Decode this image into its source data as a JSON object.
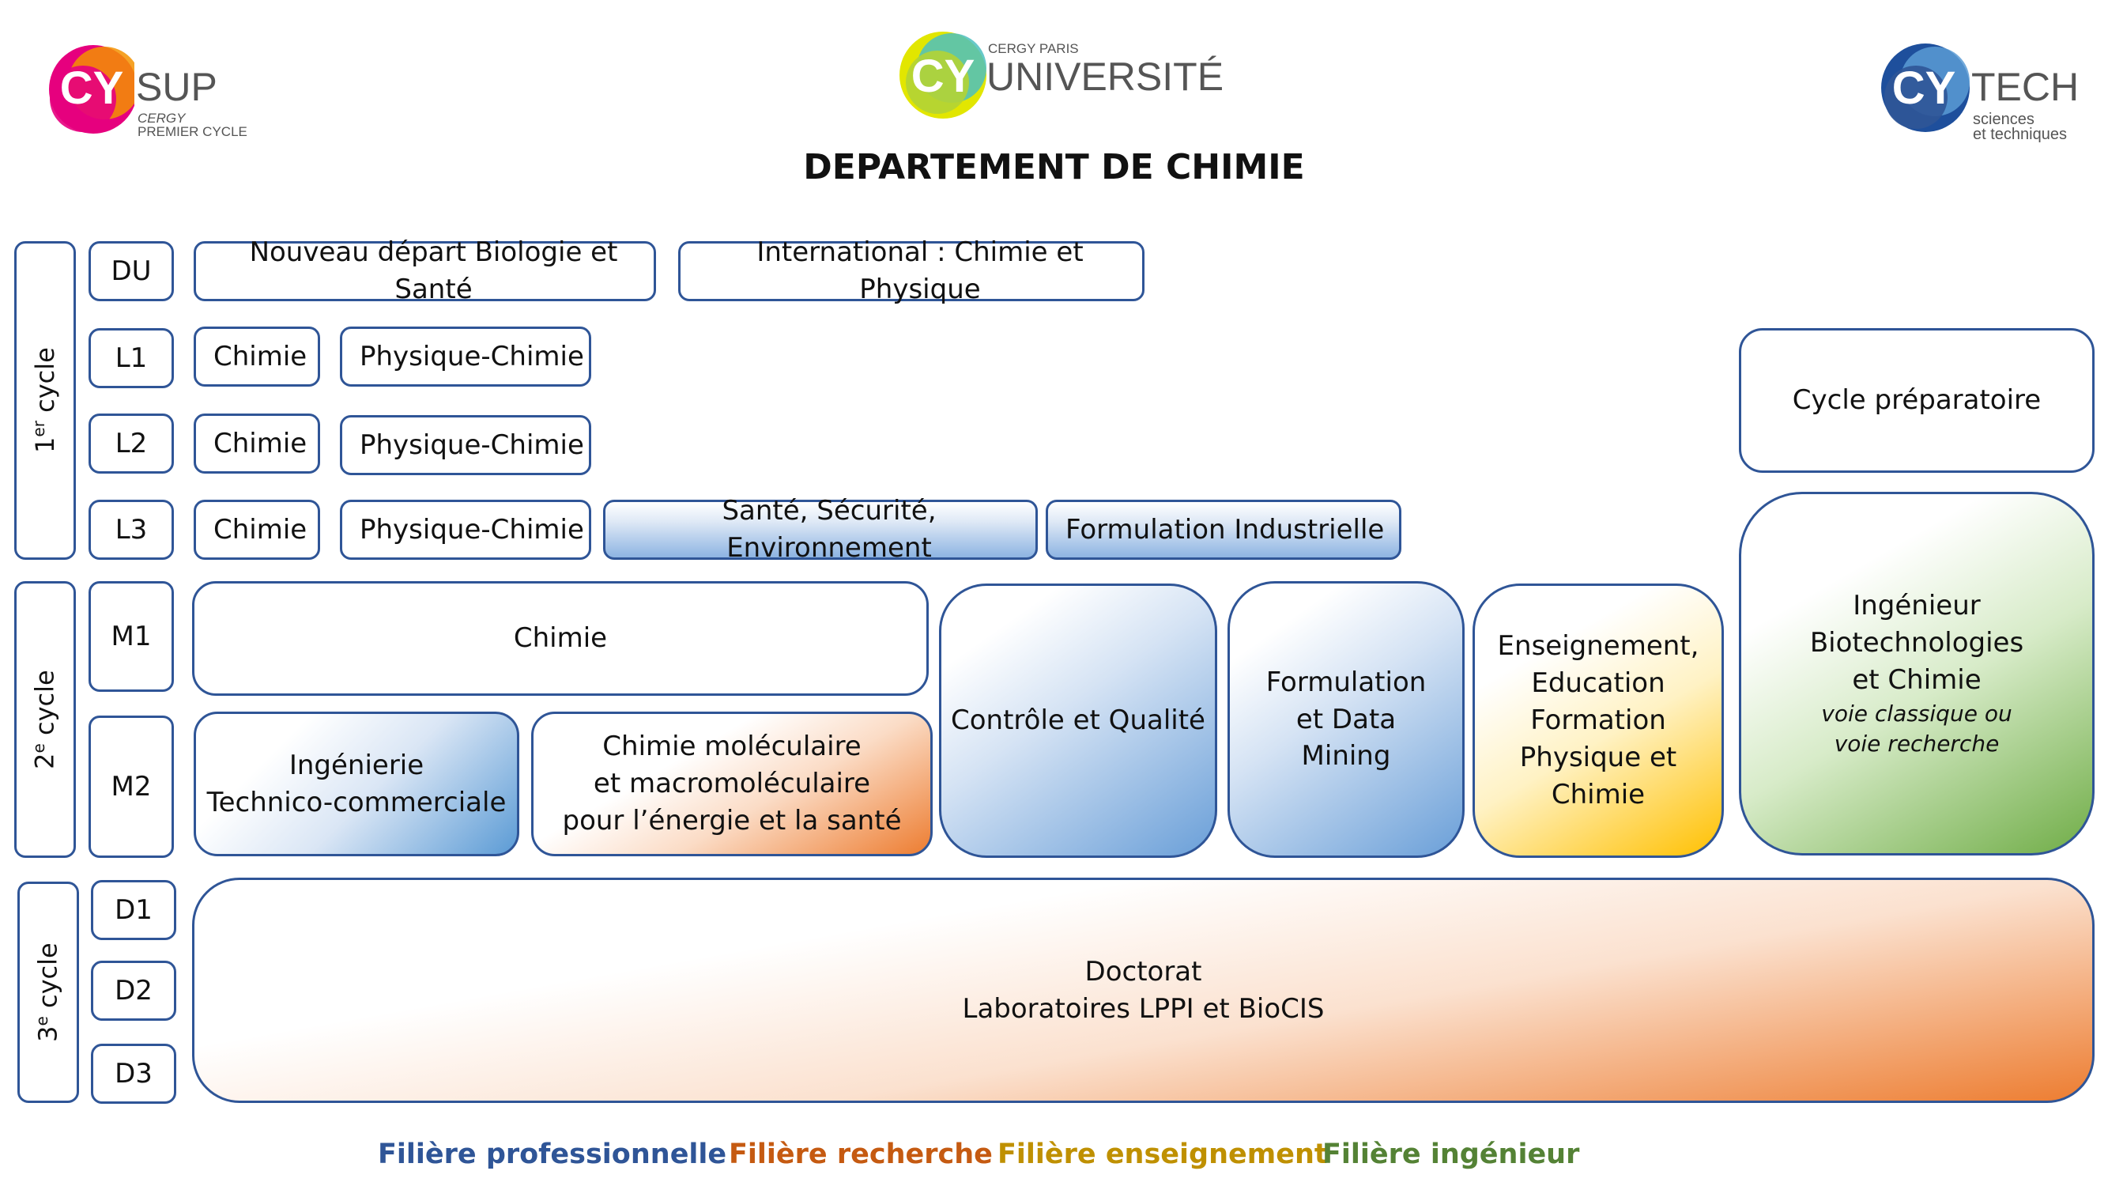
{
  "logos": {
    "left": {
      "mark": "CY",
      "word": "SUP",
      "sub1": "CERGY",
      "sub2": "PREMIER CYCLE"
    },
    "center": {
      "mark": "CY",
      "small": "CERGY PARIS",
      "word": "UNIVERSITÉ"
    },
    "right": {
      "mark": "CY",
      "word": "TECH",
      "sub1": "sciences",
      "sub2": "et techniques"
    }
  },
  "title": "DEPARTEMENT DE CHIMIE",
  "cycles": {
    "c1": {
      "num": "1",
      "sup": "er",
      "word": " cycle"
    },
    "c2": {
      "num": "2",
      "sup": "e",
      "word": " cycle"
    },
    "c3": {
      "num": "3",
      "sup": "e",
      "word": " cycle"
    }
  },
  "levels": {
    "du": "DU",
    "l1": "L1",
    "l2": "L2",
    "l3": "L3",
    "m1": "M1",
    "m2": "M2",
    "d1": "D1",
    "d2": "D2",
    "d3": "D3"
  },
  "programs": {
    "du_bio": "Nouveau départ Biologie et Santé",
    "du_intl": "International : Chimie et Physique",
    "l1_chimie": "Chimie",
    "l1_pc": "Physique-Chimie",
    "l2_chimie": "Chimie",
    "l2_pc": "Physique-Chimie",
    "l3_chimie": "Chimie",
    "l3_pc": "Physique-Chimie",
    "l3_sse": "Santé, Sécurité, Environnement",
    "l3_fi": "Formulation Industrielle",
    "cycle_prep": "Cycle préparatoire",
    "m1_chimie": "Chimie",
    "itc_1": "Ingénierie",
    "itc_2": "Technico-commerciale",
    "cmm_1": "Chimie moléculaire",
    "cmm_2": "et macromoléculaire",
    "cmm_3": "pour l’énergie et la santé",
    "cq": "Contrôle et Qualité",
    "fdm_1": "Formulation",
    "fdm_2": "et Data",
    "fdm_3": "Mining",
    "eef_1": "Enseignement,",
    "eef_2": "Education",
    "eef_3": "Formation",
    "eef_4": "Physique et",
    "eef_5": "Chimie",
    "ing_1": "Ingénieur",
    "ing_2": "Biotechnologies",
    "ing_3": "et Chimie",
    "ing_4": "voie classique ou",
    "ing_5": "voie recherche",
    "doc_1": "Doctorat",
    "doc_2": "Laboratoires LPPI et BioCIS"
  },
  "legend": {
    "pro": "Filière professionnelle",
    "rech": "Filière recherche",
    "ens": "Filière enseignement",
    "ing": "Filière ingénieur"
  },
  "colors": {
    "border": "#2f5597",
    "professionnelle": "#2f5597",
    "recherche": "#c55a11",
    "enseignement": "#bf9000",
    "ingenieur": "#548235"
  }
}
